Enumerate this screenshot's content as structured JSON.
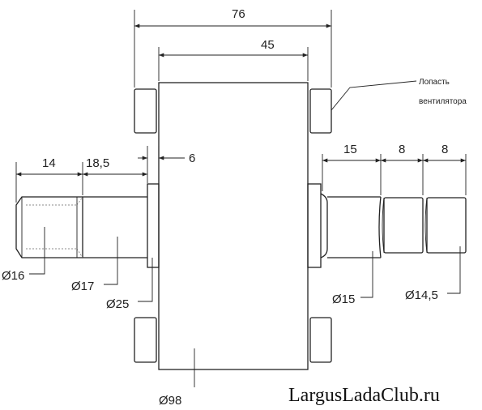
{
  "dimensions": {
    "overall_length": "76",
    "rotor_length": "45",
    "collar_width": "6",
    "thread_length": "14",
    "shank_length": "18,5",
    "bearing_seat_length": "15",
    "step_1_length": "8",
    "step_2_length": "8"
  },
  "diameters": {
    "thread": "Ø16",
    "shank": "Ø17",
    "collar": "Ø25",
    "rotor": "Ø98",
    "bearing_seat": "Ø15",
    "end_step": "Ø14,5"
  },
  "annotation": {
    "fan_blade_line1": "Лопасть",
    "fan_blade_line2": "вентилятора"
  },
  "watermark": "LargusLadaClub.ru"
}
